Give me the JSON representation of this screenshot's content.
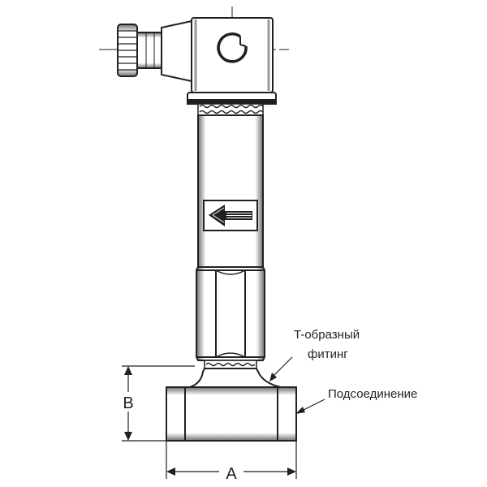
{
  "labels": {
    "tee_fitting_line1": "T-образный",
    "tee_fitting_line2": "фитинг",
    "connection": "Подсоединение"
  },
  "dimensions": {
    "a": "A",
    "b": "B"
  },
  "colors": {
    "stroke": "#231f20",
    "shadow": "#8a8a8a",
    "fill": "#ffffff"
  },
  "icons": {
    "flow_arrow": "left-arrow-icon"
  }
}
